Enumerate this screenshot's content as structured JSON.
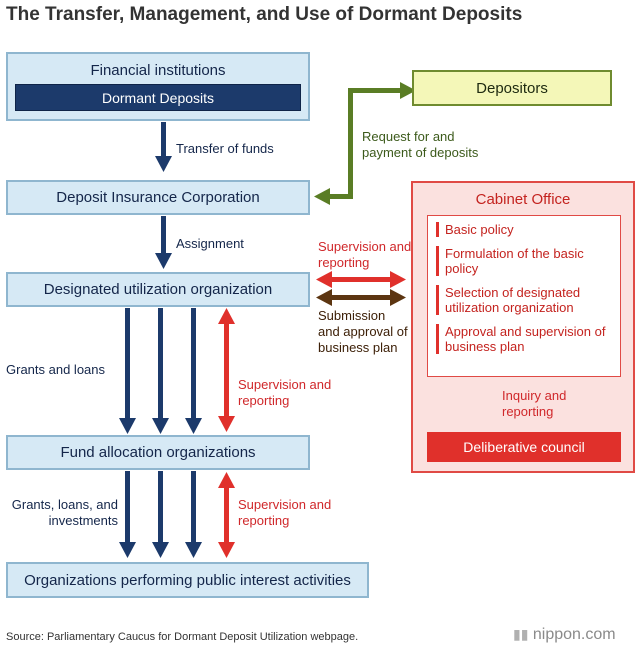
{
  "title": "The Transfer, Management, and Use of Dormant Deposits",
  "nodes": {
    "financial_institutions": "Financial institutions",
    "dormant_deposits": "Dormant Deposits",
    "depositors": "Depositors",
    "dic": "Deposit Insurance Corporation",
    "designated_org": "Designated utilization organization",
    "fund_allocation": "Fund allocation organizations",
    "public_interest": "Organizations performing public interest activities",
    "cabinet_office": "Cabinet Office",
    "cabinet_items": [
      "Basic policy",
      "Formulation of the basic policy",
      "Selection of designated utilization organization",
      "Approval and supervision of business plan"
    ],
    "deliberative_council": "Deliberative council"
  },
  "labels": {
    "transfer_of_funds": "Transfer of funds",
    "request_payment": "Request for and payment of deposits",
    "assignment": "Assignment",
    "supervision_reporting_1": "Supervision and reporting",
    "submission_approval": "Submission and approval of business plan",
    "grants_loans": "Grants and loans",
    "supervision_reporting_2": "Supervision and reporting",
    "grants_loans_investments": "Grants, loans, and investments",
    "supervision_reporting_3": "Supervision and reporting",
    "inquiry_reporting": "Inquiry and reporting"
  },
  "footer": {
    "source": "Source: Parliamentary Caucus for Dormant Deposit Utilization webpage.",
    "logo": "nippon.com"
  },
  "colors": {
    "navy": "#1c3a6b",
    "red": "#e0302b",
    "green": "#5a7d25",
    "brown": "#5c3511",
    "light_blue": "#d6e9f5"
  }
}
